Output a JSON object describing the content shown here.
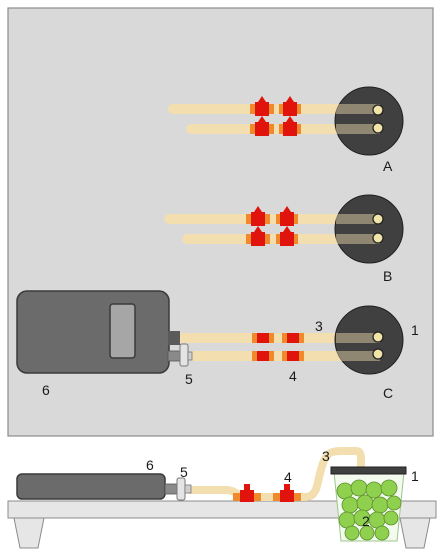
{
  "labels": {
    "station_a": "A",
    "station_b": "B",
    "station_c": "C",
    "c_num_1": "1",
    "c_num_3": "3",
    "c_num_4": "4",
    "c_num_5": "5",
    "c_num_6": "6",
    "side_num_1": "1",
    "side_num_2": "2",
    "side_num_3": "3",
    "side_num_4": "4",
    "side_num_5": "5",
    "side_num_6": "6"
  },
  "colors": {
    "panel": "#d9d9d9",
    "tube": "#f2deaf",
    "clamp_red": "#e0140c",
    "clamp_orange": "#f0882c",
    "device": "#6b6b6b",
    "dark": "#404040",
    "jar_fill": "#8fd14f",
    "jar_outline": "#5a8f2a"
  }
}
